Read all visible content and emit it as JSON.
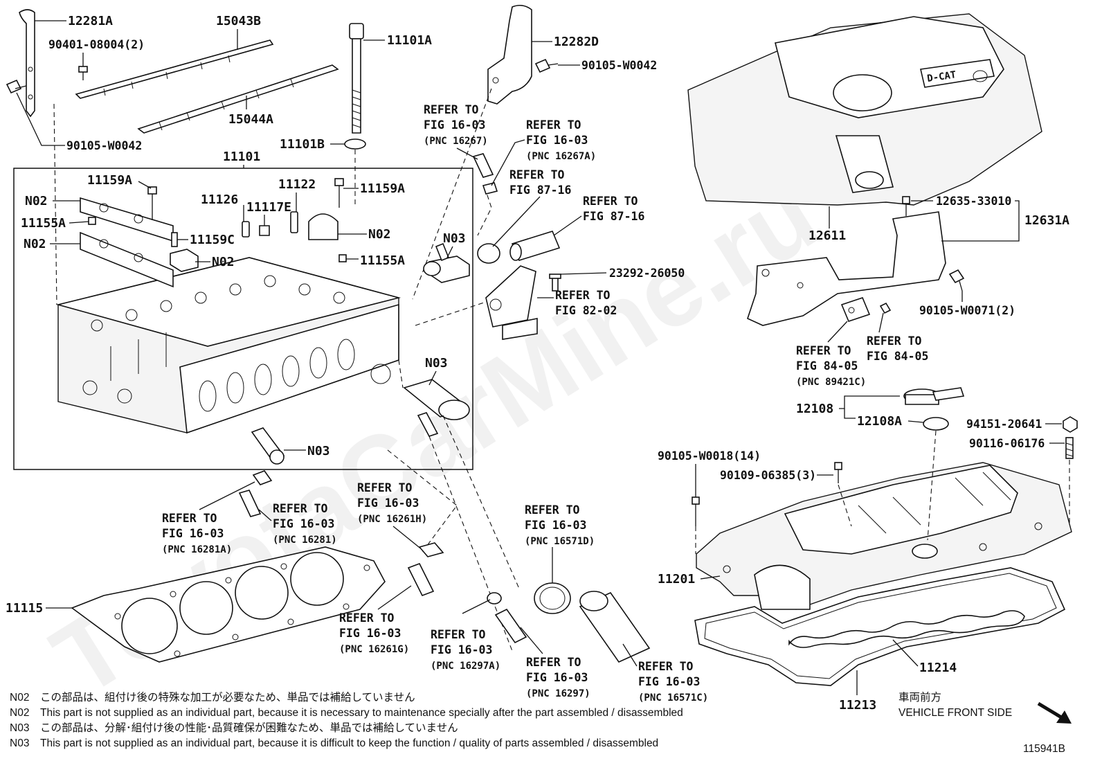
{
  "watermark": "ToyotaCarMine.ru",
  "diagram_id": "115941B",
  "parts": {
    "p12281A": "12281A",
    "p15043B": "15043B",
    "p11101A": "11101A",
    "p12282D": "12282D",
    "p90401": "90401-08004(2)",
    "p90105_w0042_top": "90105-W0042",
    "p15044A": "15044A",
    "p90105_w0042_left": "90105-W0042",
    "p11101B": "11101B",
    "p11101": "11101",
    "p11159A_l": "11159A",
    "p11159A_r": "11159A",
    "p11122": "11122",
    "p11126": "11126",
    "p11117E": "11117E",
    "p11155A_l": "11155A",
    "p11155A_r": "11155A",
    "p11159C": "11159C",
    "n02_a": "N02",
    "n02_b": "N02",
    "n02_c": "N02",
    "n02_d": "N02",
    "n03_a": "N03",
    "n03_b": "N03",
    "n03_c": "N03",
    "p23292": "23292-26050",
    "p12611": "12611",
    "p12635": "12635-33010",
    "p12631A": "12631A",
    "p90105_w0071": "90105-W0071(2)",
    "p12108": "12108",
    "p12108A": "12108A",
    "p94151": "94151-20641",
    "p90116": "90116-06176",
    "p90105_w0018": "90105-W0018(14)",
    "p90109": "90109-06385(3)",
    "p11201": "11201",
    "p11115": "11115",
    "p11214": "11214",
    "p11213": "11213"
  },
  "refs": {
    "r1": {
      "a": "REFER TO",
      "b": "FIG 16-03",
      "c": "(PNC 16267)"
    },
    "r2": {
      "a": "REFER TO",
      "b": "FIG 16-03",
      "c": "(PNC 16267A)"
    },
    "r3": {
      "a": "REFER TO",
      "b": "FIG 87-16"
    },
    "r4": {
      "a": "REFER TO",
      "b": "FIG 87-16"
    },
    "r5": {
      "a": "REFER TO",
      "b": "FIG 82-02"
    },
    "r6": {
      "a": "REFER TO",
      "b": "FIG 84-05",
      "c": "(PNC 89421C)"
    },
    "r7": {
      "a": "REFER TO",
      "b": "FIG 84-05"
    },
    "r8": {
      "a": "REFER TO",
      "b": "FIG 16-03",
      "c": "(PNC 16281A)"
    },
    "r9": {
      "a": "REFER TO",
      "b": "FIG 16-03",
      "c": "(PNC 16281)"
    },
    "r10": {
      "a": "REFER TO",
      "b": "FIG 16-03",
      "c": "(PNC 16261H)"
    },
    "r11": {
      "a": "REFER TO",
      "b": "FIG 16-03",
      "c": "(PNC 16571D)"
    },
    "r12": {
      "a": "REFER TO",
      "b": "FIG 16-03",
      "c": "(PNC 16261G)"
    },
    "r13": {
      "a": "REFER TO",
      "b": "FIG 16-03",
      "c": "(PNC 16297A)"
    },
    "r14": {
      "a": "REFER TO",
      "b": "FIG 16-03",
      "c": "(PNC 16297)"
    },
    "r15": {
      "a": "REFER TO",
      "b": "FIG 16-03",
      "c": "(PNC 16571C)"
    }
  },
  "cover_logo": "D-CAT",
  "notes": [
    {
      "code": "N02",
      "text": "この部品は、組付け後の特殊な加工が必要なため、単品では補給していません"
    },
    {
      "code": "N02",
      "text": "This part is not supplied as an individual part, because it is necessary to maintenance specially after the part assembled / disassembled"
    },
    {
      "code": "N03",
      "text": "この部品は、分解･組付け後の性能･品質確保が困難なため、単品では補給していません"
    },
    {
      "code": "N03",
      "text": "This part is not supplied as an individual part, because it is difficult to keep the function / quality of parts  assembled / disassembled"
    }
  ],
  "front": {
    "jp": "車両前方",
    "en": "VEHICLE FRONT SIDE"
  }
}
